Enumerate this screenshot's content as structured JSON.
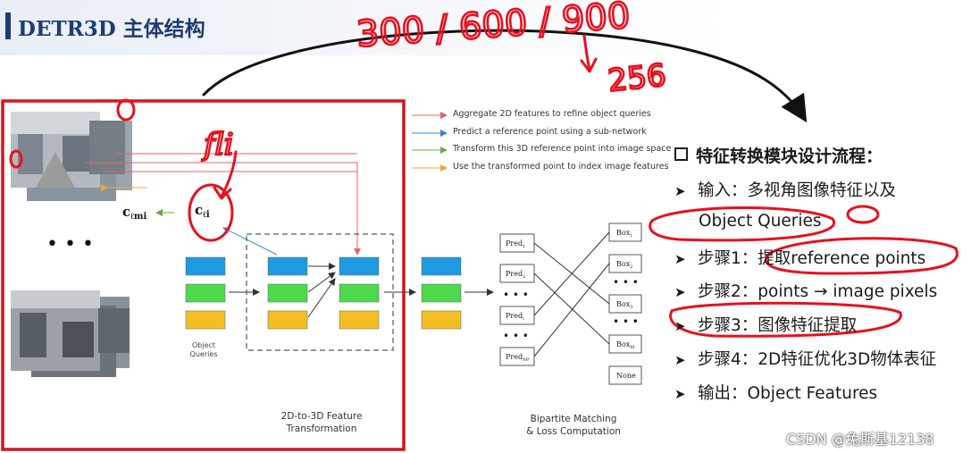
{
  "page_title": "DETR3D 主体结构",
  "legend": [
    {
      "text": "Aggregate 2D features to refine object queries",
      "color": "#e06666"
    },
    {
      "text": "Predict a reference point using a sub-network",
      "color": "#3d85c6"
    },
    {
      "text": "Transform this 3D reference point into image space",
      "color": "#6aa84f"
    },
    {
      "text": "Use the transformed point to index image features",
      "color": "#f1a53a"
    }
  ],
  "diagram": {
    "c_lmi": "c",
    "c_lmi_sub": "ℓmi",
    "c_li": "c",
    "c_li_sub": "ℓi",
    "dots": "• • •",
    "object_queries_label": "Object\nQueries",
    "transform_caption": "2D-to-3D Feature\nTransformation",
    "matching_caption": "Bipartite Matching\n& Loss Computation",
    "preds": [
      {
        "base": "Pred",
        "sub": "1"
      },
      {
        "base": "Pred",
        "sub": "2"
      },
      {
        "base": "Pred",
        "sub": "i"
      },
      {
        "base": "Pred",
        "sub": "M*"
      }
    ],
    "boxes": [
      {
        "base": "Box",
        "sub": "1"
      },
      {
        "base": "Box",
        "sub": "2"
      },
      {
        "base": "Box",
        "sub": "3"
      },
      {
        "base": "Box",
        "sub": "M"
      },
      {
        "base": "None",
        "sub": ""
      }
    ],
    "query_colors": [
      "#1e9be0",
      "#4cd94c",
      "#f2be22"
    ]
  },
  "panel": {
    "heading": "特征转换模块设计流程：",
    "steps": [
      "输入：多视角图像特征以及",
      "Object Queries",
      "步骤1：提取reference points",
      "步骤2：points → image pixels",
      "步骤3：图像特征提取",
      "步骤4：2D特征优化3D物体表征",
      "输出：Object Features"
    ]
  },
  "annotations": {
    "handwritten_numbers": "300 / 600 / 900",
    "handwritten_result": "256",
    "handwritten_symbol": "fli",
    "ink_color": "#e8101e"
  },
  "watermark": "CSDN @兔斯基12138"
}
